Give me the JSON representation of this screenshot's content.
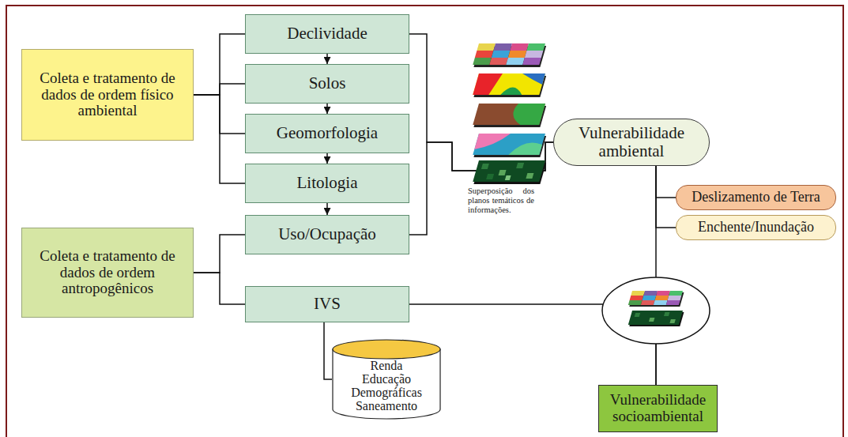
{
  "diagram": {
    "nodes": [
      {
        "text": [
          "Coleta e tratamento de dados de ordem físico ambiental"
        ]
      },
      {
        "text": [
          "Declividade"
        ]
      },
      {
        "text": [
          "Solos"
        ]
      },
      {
        "text": [
          "Geomorfologia"
        ]
      },
      {
        "text": [
          "Litologia"
        ]
      },
      {
        "text": [
          "Uso/Ocupação"
        ]
      },
      {
        "text": [
          "Coleta e tratamento de dados de ordem antropogênicos"
        ]
      },
      {
        "text": [
          "IVS"
        ]
      },
      {
        "text": [
          "Renda",
          "Educação",
          "Demográficas",
          "Saneamento"
        ]
      },
      {
        "text": [
          "Vulnerabilidade ambiental"
        ]
      },
      {
        "text": [
          "Deslizamento de Terra"
        ]
      },
      {
        "text": [
          "Enchente/Inundação"
        ]
      },
      {
        "text": [
          "Vulnerabilidade socioambiental"
        ]
      }
    ],
    "edges": [
      {
        "from": 0,
        "to": 1,
        "arrow": "none"
      },
      {
        "from": 0,
        "to": 2,
        "arrow": "none"
      },
      {
        "from": 0,
        "to": 3,
        "arrow": "none"
      },
      {
        "from": 0,
        "to": 4,
        "arrow": "none"
      },
      {
        "from": 1,
        "to": 2,
        "arrow": "to"
      },
      {
        "from": 2,
        "to": 3,
        "arrow": "to"
      },
      {
        "from": 3,
        "to": 4,
        "arrow": "to"
      },
      {
        "from": 4,
        "to": 5,
        "arrow": "to"
      },
      {
        "from": 6,
        "to": 5,
        "arrow": "none"
      },
      {
        "from": 6,
        "to": 7,
        "arrow": "none"
      },
      {
        "from": 1,
        "to": 9,
        "arrow": "none"
      },
      {
        "from": 5,
        "to": 9,
        "arrow": "none"
      },
      {
        "from": 7,
        "to": 8,
        "arrow": "none"
      },
      {
        "from": 9,
        "to": 10,
        "arrow": "none"
      },
      {
        "from": 9,
        "to": 11,
        "arrow": "none"
      },
      {
        "from": 9,
        "to": 12,
        "arrow": "none"
      },
      {
        "from": 7,
        "to": 12,
        "arrow": "none"
      }
    ],
    "labels": [
      "Superposição dos planos temáticos de informações."
    ]
  }
}
